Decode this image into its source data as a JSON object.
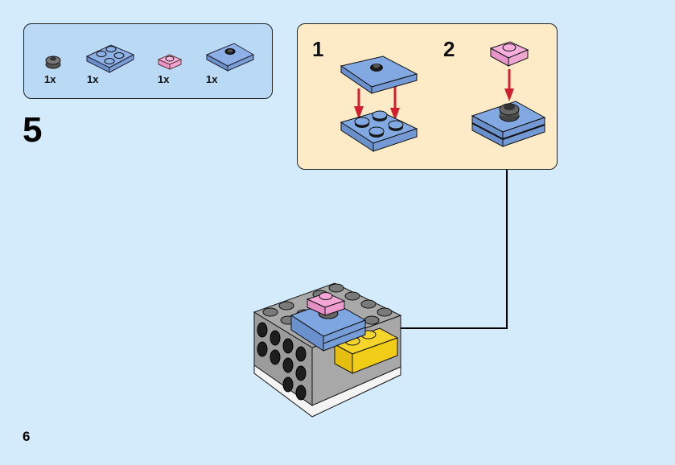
{
  "page": {
    "number": "6",
    "background": "#d4ebfb"
  },
  "step": {
    "number": "5"
  },
  "parts_list": {
    "background": "#b9d9f4",
    "items": [
      {
        "name": "round-plate-1x1",
        "color": "dark-gray",
        "quantity": "1x"
      },
      {
        "name": "plate-2x2",
        "color": "medium-blue",
        "quantity": "1x"
      },
      {
        "name": "plate-1x1",
        "color": "pink",
        "quantity": "1x"
      },
      {
        "name": "plate-2x2-with-center-stud",
        "color": "medium-blue",
        "quantity": "1x"
      }
    ]
  },
  "callout": {
    "background": "#fdebc8",
    "substeps": [
      {
        "number": "1",
        "description": "Attach 2x2 jumper plate onto 2x2 plate"
      },
      {
        "number": "2",
        "description": "Attach pink 1x1 plate onto round stud"
      }
    ]
  },
  "colors": {
    "blue": "#7ea6e0",
    "pink": "#f4a6d7",
    "dark_gray": "#4a4a4a",
    "light_gray": "#a5a5a5",
    "yellow": "#f5d31c",
    "arrow_red": "#d0202e"
  }
}
